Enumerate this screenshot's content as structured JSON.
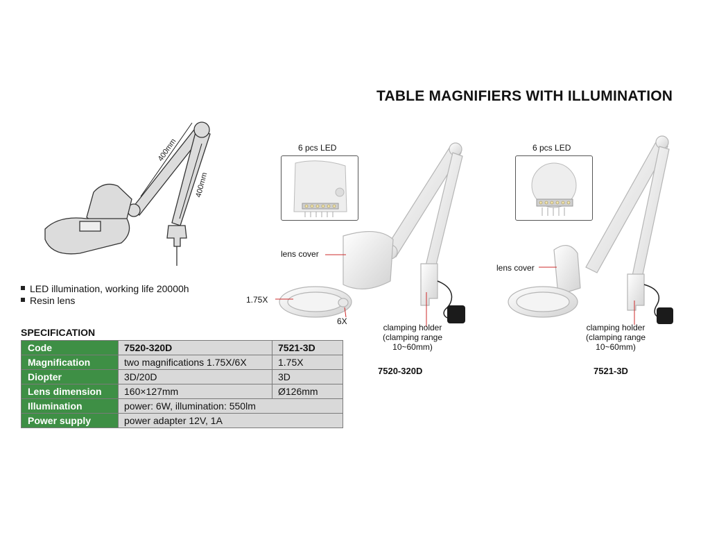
{
  "title": "TABLE MAGNIFIERS WITH ILLUMINATION",
  "drawing": {
    "dim_upper": "400mm",
    "dim_lower": "400mm"
  },
  "features": [
    "LED illumination, working life 20000h",
    "Resin lens"
  ],
  "spec": {
    "heading": "SPECIFICATION",
    "rows": [
      {
        "label": "Code",
        "a": "7520-320D",
        "b": "7521-3D"
      },
      {
        "label": "Magnification",
        "a": "two magnifications 1.75X/6X",
        "b": "1.75X"
      },
      {
        "label": "Diopter",
        "a": "3D/20D",
        "b": "3D"
      },
      {
        "label": "Lens dimension",
        "a": "160×127mm",
        "b": "Ø126mm"
      },
      {
        "label": "Illumination",
        "a": "power: 6W, illumination: 550lm"
      },
      {
        "label": "Power supply",
        "a": "power adapter 12V, 1A"
      }
    ]
  },
  "product1": {
    "led": "6 pcs LED",
    "lens_cover": "lens cover",
    "mag_175": "1.75X",
    "mag_6": "6X",
    "clamp": [
      "clamping holder",
      "(clamping range",
      "10~60mm)"
    ],
    "model": "7520-320D"
  },
  "product2": {
    "led": "6 pcs LED",
    "lens_cover": "lens cover",
    "clamp": [
      "clamping holder",
      "(clamping range",
      "10~60mm)"
    ],
    "model": "7521-3D"
  },
  "colors": {
    "spec_label_bg": "#3e8f45",
    "spec_value_bg": "#d9d9d9",
    "callout_line": "#cc2b2b"
  }
}
